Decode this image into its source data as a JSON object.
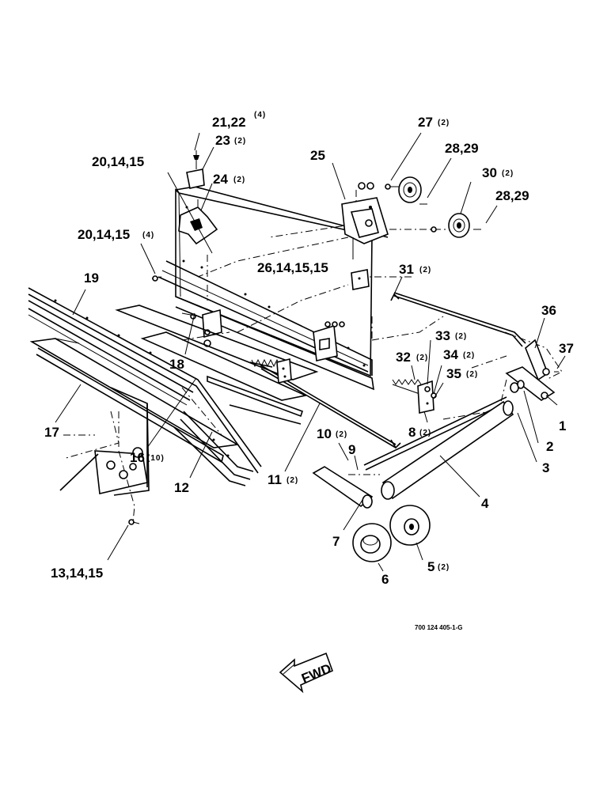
{
  "callouts": [
    {
      "id": "c1",
      "text": "21,22",
      "qty": "(4)"
    },
    {
      "id": "c2",
      "text": "23",
      "qty": "(2)"
    },
    {
      "id": "c3",
      "text": "20,14,15",
      "qty": ""
    },
    {
      "id": "c4",
      "text": "24",
      "qty": "(2)"
    },
    {
      "id": "c5",
      "text": "25",
      "qty": ""
    },
    {
      "id": "c6",
      "text": "27",
      "qty": "(2)"
    },
    {
      "id": "c7",
      "text": "28,29",
      "qty": ""
    },
    {
      "id": "c8",
      "text": "30",
      "qty": "(2)"
    },
    {
      "id": "c9",
      "text": "28,29",
      "qty": ""
    },
    {
      "id": "c10",
      "text": "20,14,15",
      "qty": "(4)"
    },
    {
      "id": "c11",
      "text": "26,14,15,15",
      "qty": ""
    },
    {
      "id": "c12",
      "text": "19",
      "qty": ""
    },
    {
      "id": "c13",
      "text": "31",
      "qty": "(2)"
    },
    {
      "id": "c14",
      "text": "36",
      "qty": ""
    },
    {
      "id": "c15",
      "text": "37",
      "qty": ""
    },
    {
      "id": "c16",
      "text": "33",
      "qty": "(2)"
    },
    {
      "id": "c17",
      "text": "32",
      "qty": "(2)"
    },
    {
      "id": "c18",
      "text": "34",
      "qty": "(2)"
    },
    {
      "id": "c19",
      "text": "35",
      "qty": "(2)"
    },
    {
      "id": "c20",
      "text": "18",
      "qty": ""
    },
    {
      "id": "c21",
      "text": "1",
      "qty": ""
    },
    {
      "id": "c22",
      "text": "8",
      "qty": "(2)"
    },
    {
      "id": "c23",
      "text": "17",
      "qty": ""
    },
    {
      "id": "c24",
      "text": "2",
      "qty": ""
    },
    {
      "id": "c25",
      "text": "10",
      "qty": "(2)"
    },
    {
      "id": "c26",
      "text": "3",
      "qty": ""
    },
    {
      "id": "c27",
      "text": "9",
      "qty": ""
    },
    {
      "id": "c28",
      "text": "16",
      "qty": "(10)"
    },
    {
      "id": "c29",
      "text": "11",
      "qty": "(2)"
    },
    {
      "id": "c30",
      "text": "12",
      "qty": ""
    },
    {
      "id": "c31",
      "text": "4",
      "qty": ""
    },
    {
      "id": "c32",
      "text": "7",
      "qty": ""
    },
    {
      "id": "c33",
      "text": "5",
      "qty": "(2)"
    },
    {
      "id": "c34",
      "text": "13,14,15",
      "qty": ""
    },
    {
      "id": "c35",
      "text": "6",
      "qty": ""
    }
  ],
  "drawing_code": "700 124 405-1-G",
  "fwd_label": "FWD"
}
